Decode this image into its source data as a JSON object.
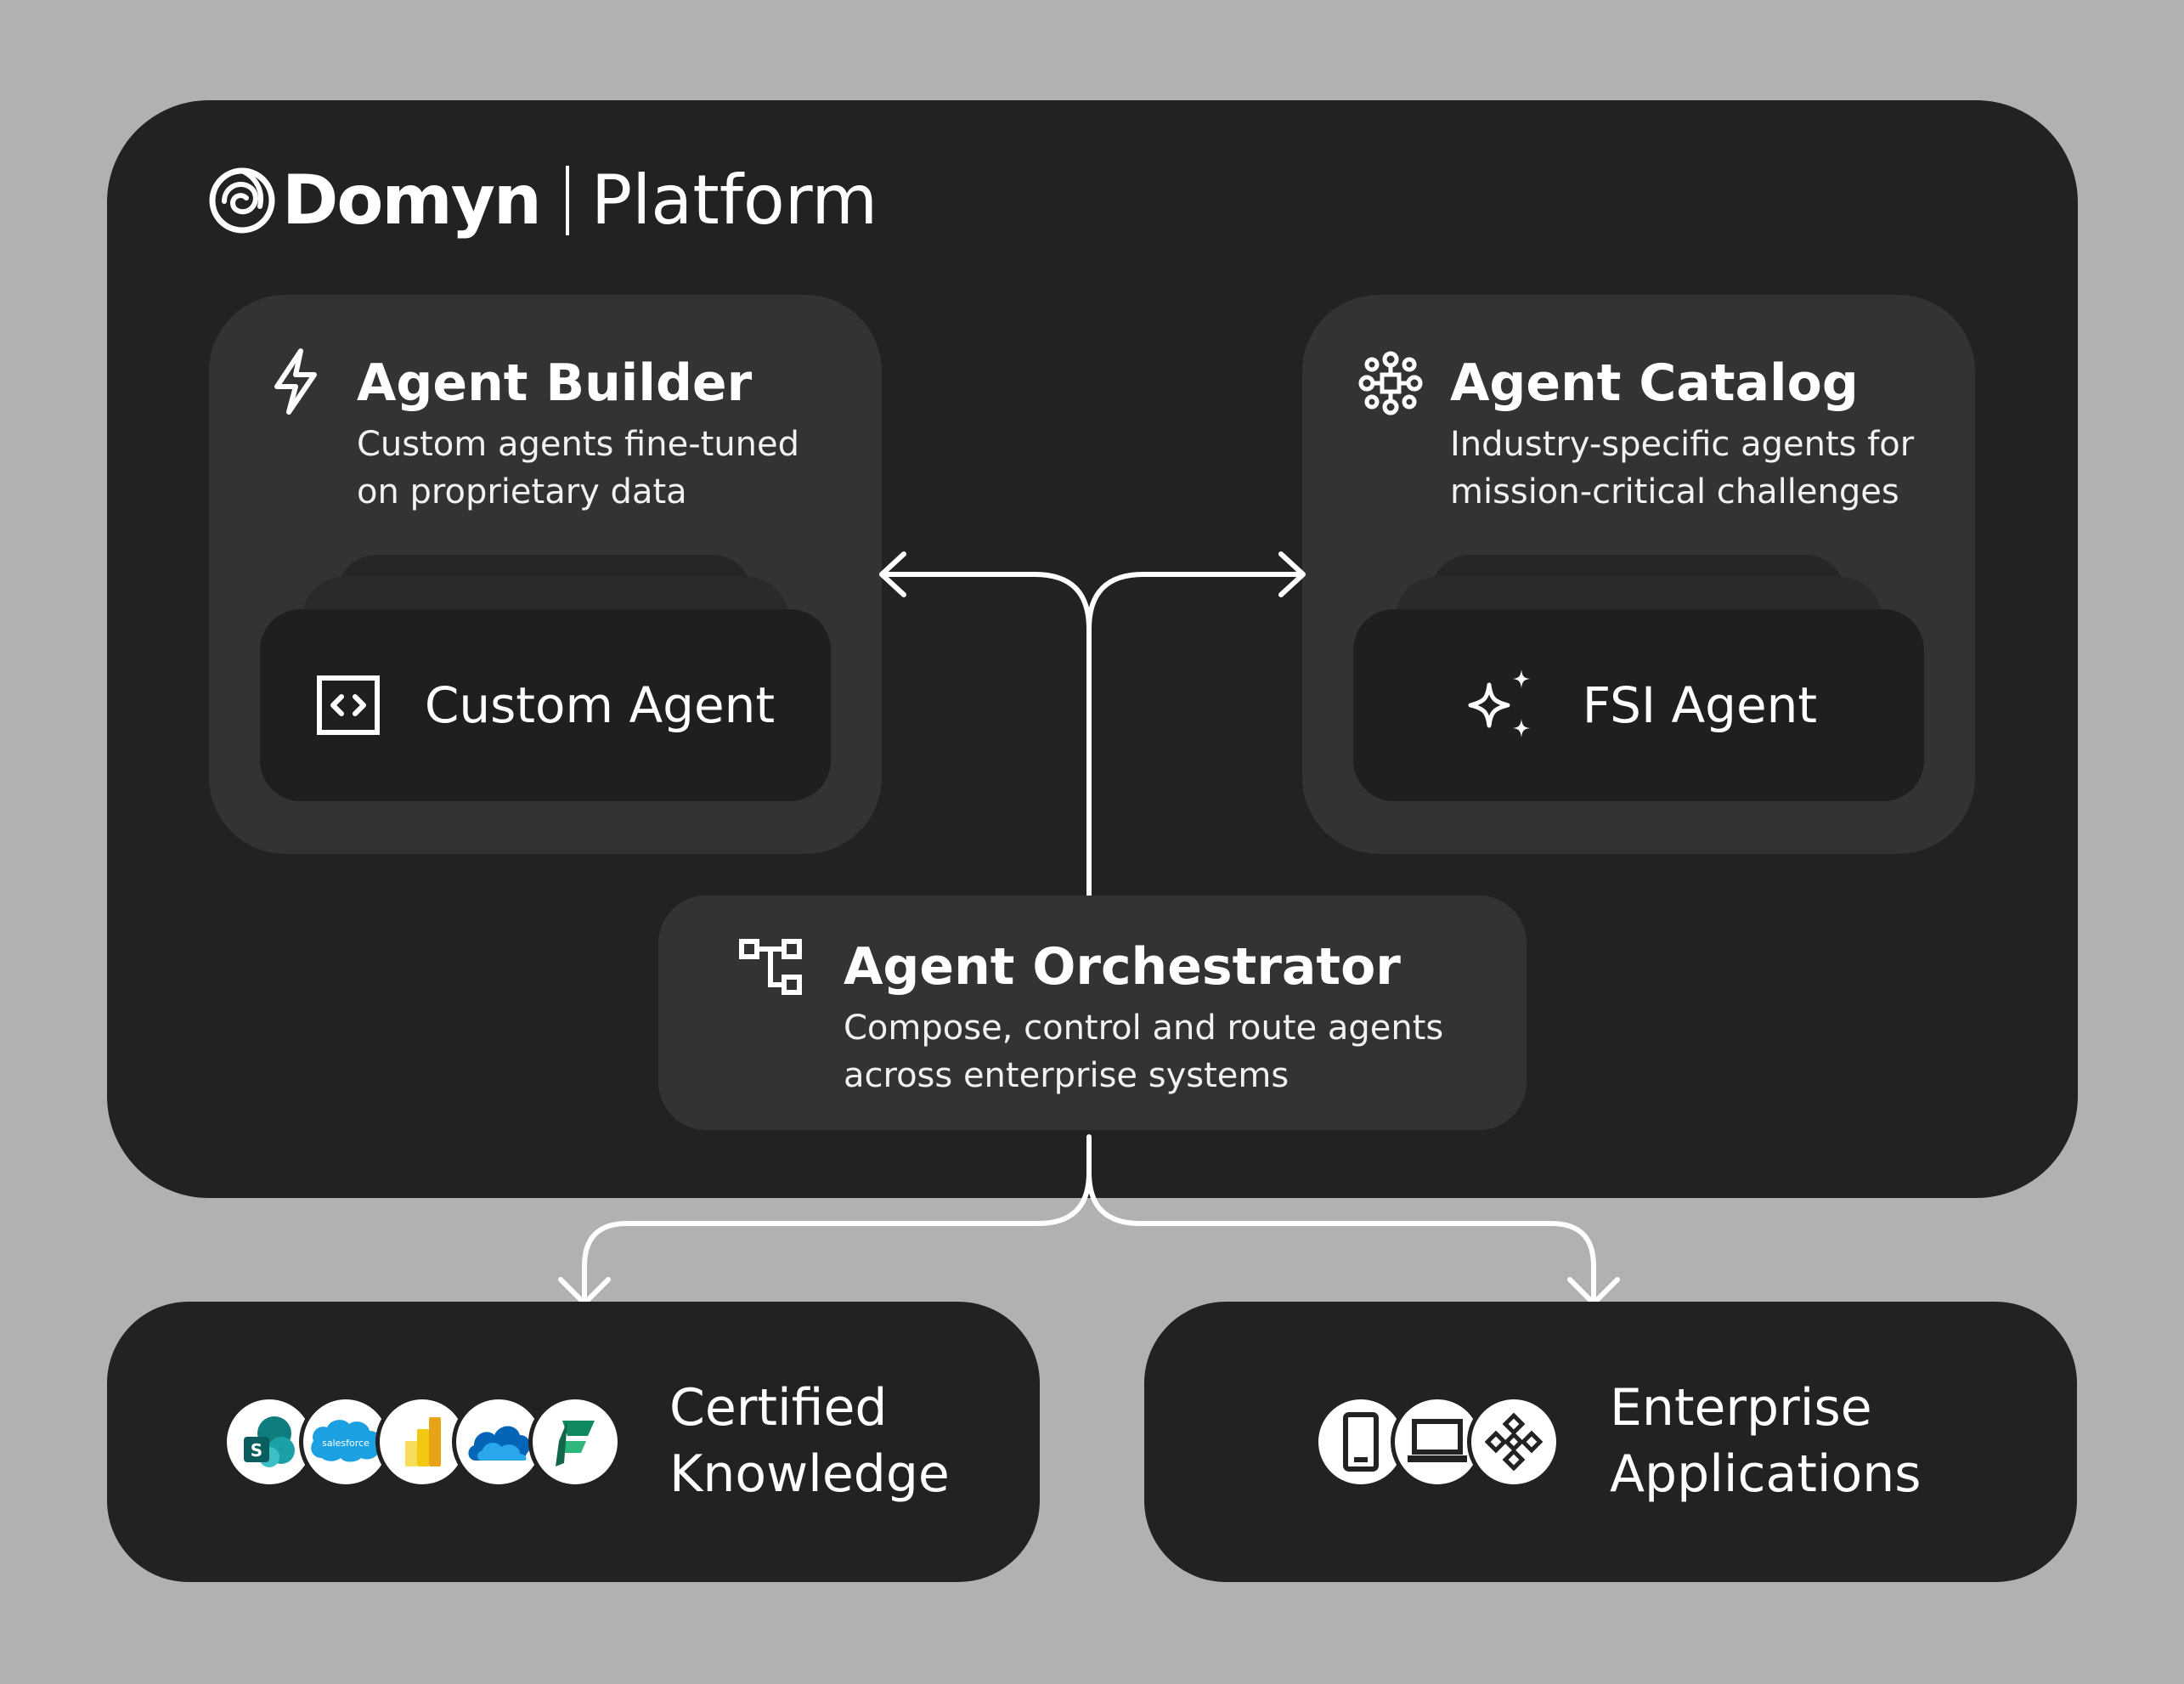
{
  "brand": {
    "name": "Domyn",
    "product": "Platform"
  },
  "builder": {
    "title": "Agent Builder",
    "desc_line1": "Custom agents fine-tuned",
    "desc_line2": "on proprietary data",
    "agent_label": "Custom Agent",
    "icon": "lightning-icon",
    "agent_icon": "code-icon"
  },
  "catalog": {
    "title": "Agent Catalog",
    "desc_line1": "Industry-specific agents for",
    "desc_line2": "mission-critical challenges",
    "agent_label": "FSI Agent",
    "icon": "network-icon",
    "agent_icon": "sparkles-icon"
  },
  "orchestrator": {
    "title": "Agent Orchestrator",
    "desc_line1": "Compose, control and route agents",
    "desc_line2": "across enterprise systems",
    "icon": "flow-icon"
  },
  "knowledge": {
    "label": "Certified\nKnowledge",
    "logos": [
      "sharepoint-icon",
      "salesforce-icon",
      "powerbi-icon",
      "onedrive-icon",
      "fabric-icon"
    ],
    "salesforce_text": "salesforce"
  },
  "applications": {
    "label": "Enterprise\nApplications",
    "logos": [
      "mobile-icon",
      "laptop-icon",
      "app-grid-icon"
    ]
  },
  "colors": {
    "background": "#b1b1b1",
    "platform": "#222222",
    "panel": "#333333",
    "card": "#1f1f1f",
    "line": "#ffffff"
  }
}
